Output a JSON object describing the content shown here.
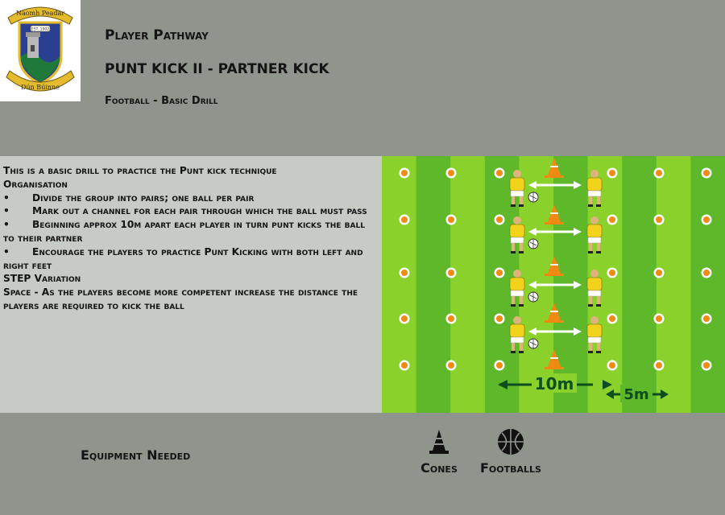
{
  "header": {
    "subtitle": "Player Pathway",
    "title": "PUNT KICK II - PARTNER KICK",
    "category": "Football - Basic Drill"
  },
  "logo": {
    "top_text": "Naomh Peadar",
    "est": "EST. 1902",
    "bottom_text": "Dún Búinne",
    "colors": {
      "gold": "#e3bb2c",
      "blue": "#2a3f8f",
      "green": "#1f7a3a"
    }
  },
  "description": {
    "intro": "This is a basic drill to practice the Punt kick technique",
    "organisation_heading": "Organisation",
    "bullets": [
      "Divide the group into pairs; one ball per pair",
      "Mark out a channel for each pair through which the ball must pass",
      "Beginning approx 10m apart each player in turn punt kicks the ball to their partner",
      "Encourage the players to practice Punt Kicking with both left and right feet"
    ],
    "step_heading": "STEP Variation",
    "step_text": "Space - As the players become more competent increase the distance the players are required to kick the ball"
  },
  "pitch": {
    "distance_1": "10m",
    "distance_2": "5m",
    "pairs": 4,
    "colors": {
      "grass_light": "#8bd12c",
      "grass_dark": "#5fb82a",
      "cone": "#f08a12",
      "jersey": "#f2d21b"
    }
  },
  "equipment": {
    "label": "Equipment Needed",
    "items": [
      {
        "label": "Cones",
        "icon": "cone-icon"
      },
      {
        "label": "Footballs",
        "icon": "football-icon"
      }
    ]
  }
}
